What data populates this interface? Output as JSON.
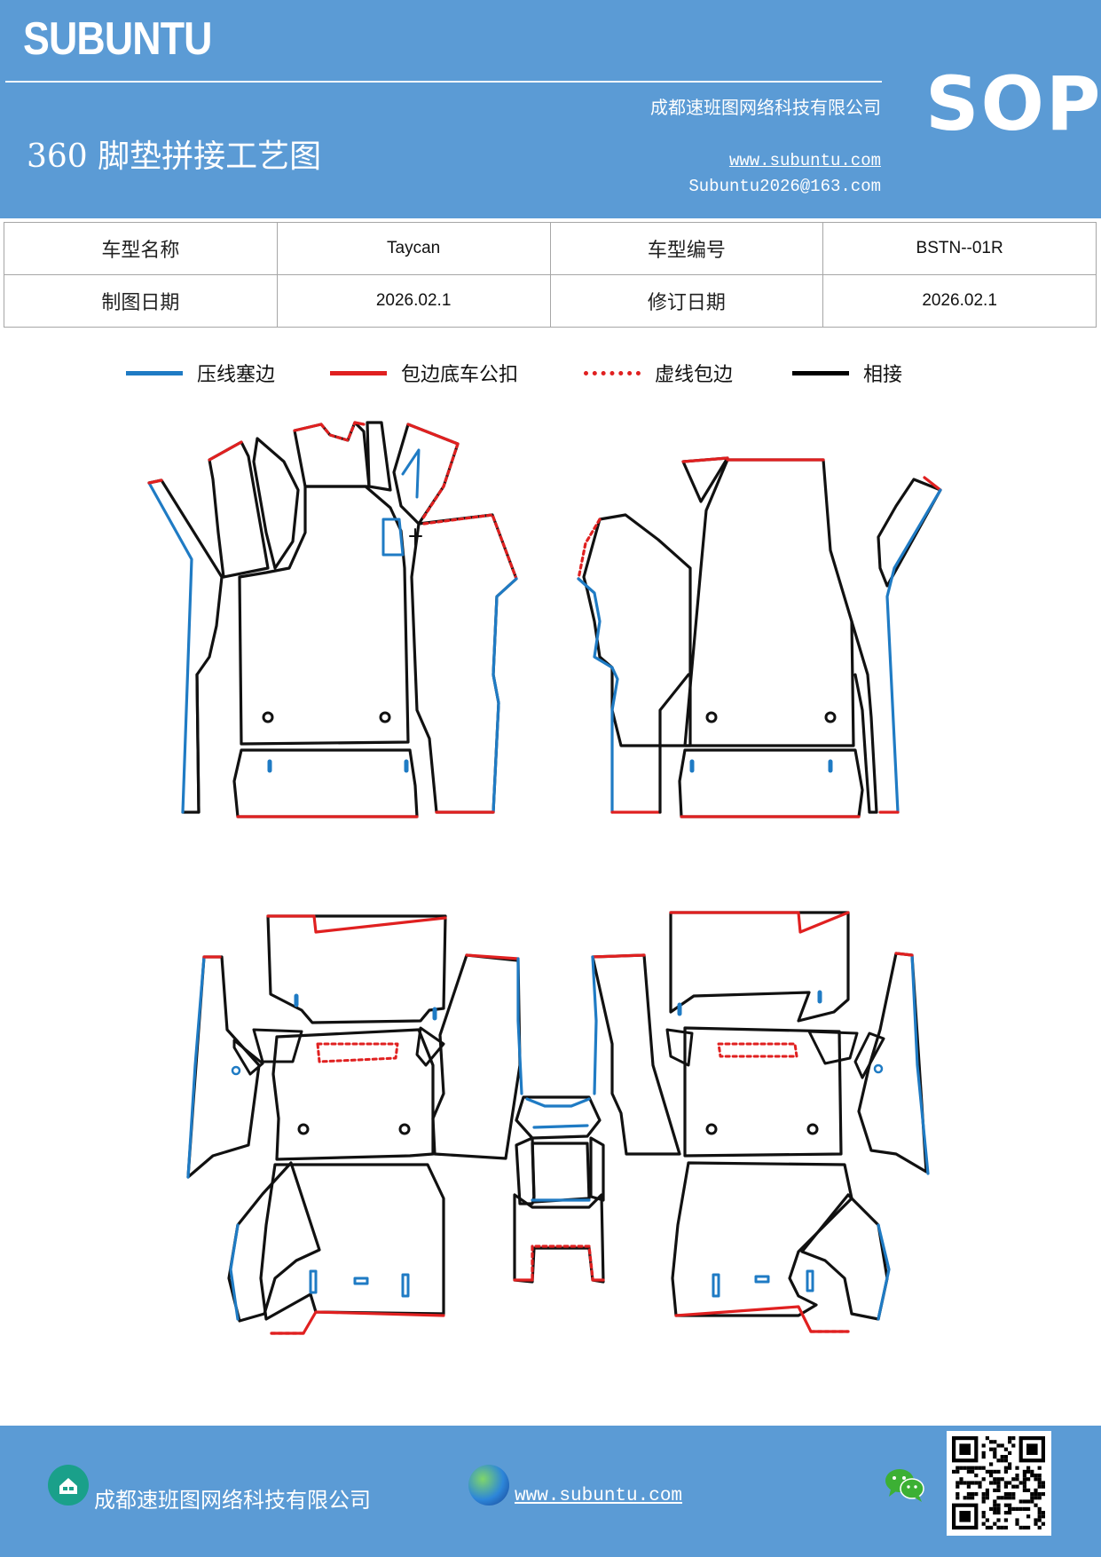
{
  "header": {
    "brand": "SUBUNTU",
    "company": "成都速班图网络科技有限公司",
    "title": "360 脚垫拼接工艺图",
    "website": "www.subuntu.com",
    "email": "Subuntu2026@163.com",
    "sop": "SOP"
  },
  "info": {
    "r1": [
      "车型名称",
      "Taycan",
      "车型编号",
      "BSTN--01R"
    ],
    "r2": [
      "制图日期",
      "2026.02.1",
      "修订日期",
      "2026.02.1"
    ]
  },
  "legend": [
    {
      "label": "压线塞边",
      "color": "#1f7bc4",
      "style": "solid"
    },
    {
      "label": "包边底车公扣",
      "color": "#e02020",
      "style": "solid"
    },
    {
      "label": "虚线包边",
      "color": "#e02020",
      "style": "dotted"
    },
    {
      "label": "相接",
      "color": "#000000",
      "style": "solid"
    }
  ],
  "colors": {
    "header_bg": "#5b9bd5",
    "blue_edge": "#1f7bc4",
    "red_edge": "#e02020",
    "black_edge": "#111111"
  },
  "footer": {
    "company": "成都速班图网络科技有限公司",
    "website": "www.subuntu.com ",
    "icons": [
      "home-icon",
      "globe-icon",
      "wechat-icon",
      "qr-code"
    ]
  }
}
